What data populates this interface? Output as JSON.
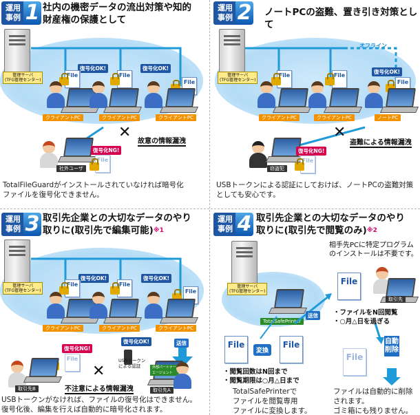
{
  "panels": [
    {
      "tag": "運用\n事例",
      "num": "1",
      "title_line1": "社内の機密データの流出対策や知的",
      "title_line2": "財産権の保護として",
      "note": "",
      "server_label": "管理サーバ\n(TFG管理センター)",
      "ok_label_a": "復号化OK!",
      "ok_label_b": "復号化OK!",
      "ng_label": "復号化NG!",
      "pc_a": "クライアントPC",
      "pc_b": "クライアントPC",
      "pc_c": "クライアントPC",
      "outside": "社外ユーザ",
      "leak": "故意の情報漏洩",
      "file": "File",
      "desc_line1": "TotalFileGuardがインストールされていなければ暗号化",
      "desc_line2": "ファイルを復号化できません。"
    },
    {
      "tag": "運用\n事例",
      "num": "2",
      "title_line1": "ノートPCの盗難、置き引き対策として",
      "title_line2": "",
      "note": "",
      "server_label": "管理サーバ\n(TFG管理センター)",
      "offline": "オフライン",
      "ok_label": "復号化OK!",
      "ng_label": "復号化NG!",
      "pc_a": "クライアントPC",
      "pc_b": "クライアントPC",
      "pc_c": "ノートPC",
      "outside": "窃盗犯",
      "leak": "盗難による情報漏洩",
      "file": "File",
      "desc_line1": "USBトークンによる認証にしておけば、ノートPCの盗難対策",
      "desc_line2": "としても安心です。"
    },
    {
      "tag": "運用\n事例",
      "num": "3",
      "title_line1": "取引先企業との大切なデータのやり",
      "title_line2": "取りに(取引先で編集可能)",
      "note": "※1",
      "server_label": "管理サーバ\n(TFG管理センター)",
      "ok_label_a": "復号化OK!",
      "ok_label_b": "復号化OK!",
      "ok_label_c": "復号化OK!",
      "ng_label": "復号化NG!",
      "pc_a": "クライアントPC",
      "pc_b": "クライアントPC",
      "pc_c": "クライアントPC",
      "partner_a": "取引先B",
      "partner_b": "取引先A",
      "partner_chip": "外部パートナー\nエージェント",
      "usb_label": "USBトークン\nによる認証",
      "send": "送信",
      "leak": "不注意による情報漏洩",
      "file": "File",
      "desc_line1": "USBトークンがなければ、ファイルの復号化はできません。",
      "desc_line2": "復号化後、編集を行えば自動的に暗号化されます。"
    },
    {
      "tag": "運用\n事例",
      "num": "4",
      "title_line1": "取引先企業との大切なデータのやり",
      "title_line2": "取りに(取引先で閲覧のみ)",
      "note": "※2",
      "server_label": "管理サーバ\n(TFG管理センター)",
      "product": "TotalSafePrinter",
      "note_line1": "相手先PCに特定プログラム",
      "note_line2": "のインストールは不要です。",
      "partner": "取引先",
      "send": "送信",
      "convert": "変換",
      "file": "File",
      "cond1": "・ファイルをN回閲覧",
      "cond2": "・○月△日を過ぎる",
      "set1": "・閲覧回数はN回まで",
      "set2": "・閲覧期限は○月△日まで",
      "auto_del": "自動削除",
      "tsp_line1": "TotalSafePrinterで",
      "tsp_line2": "ファイルを閲覧専用",
      "tsp_line3": "ファイルに変換します。",
      "del_line1": "ファイルは自動的に削除",
      "del_line2": "されます。",
      "del_line3": "ゴミ箱にも残りません。"
    }
  ]
}
